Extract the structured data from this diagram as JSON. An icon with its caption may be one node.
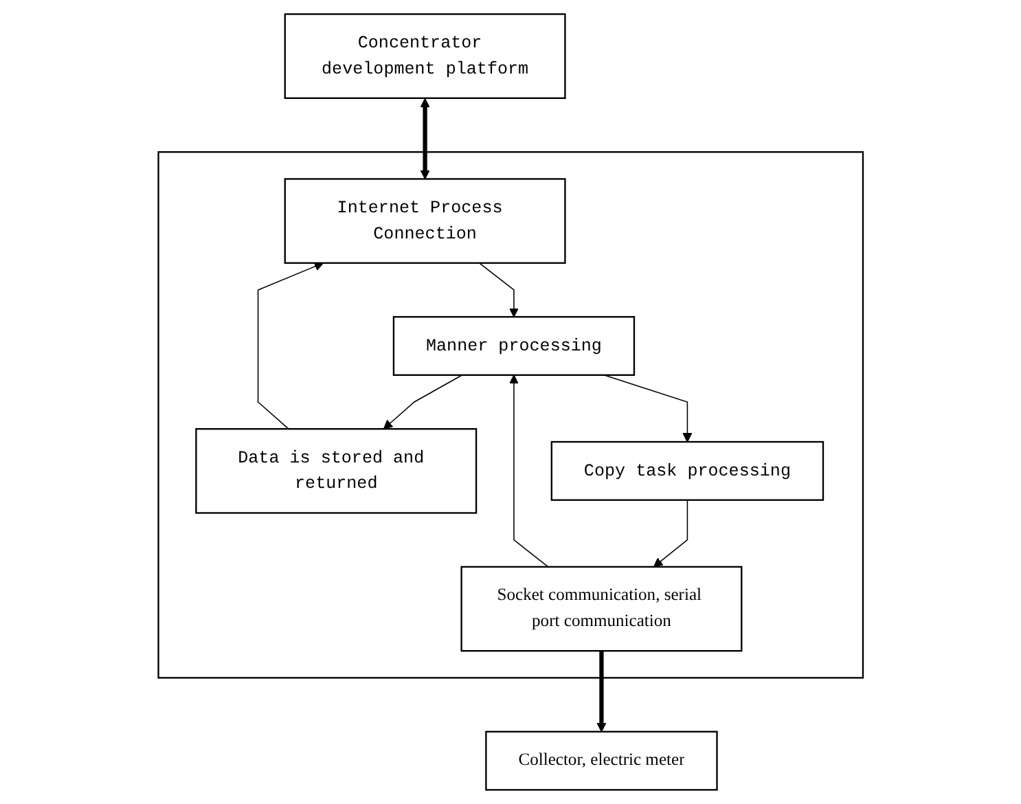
{
  "diagram": {
    "nodes": [
      {
        "text": [
          "Concentrator development platform"
        ]
      },
      {
        "text": [],
        "shape": "box"
      },
      {
        "text": [
          "Internet Process Connection"
        ],
        "in": 1
      },
      {
        "text": [
          "Data is stored and returned"
        ],
        "in": 1
      },
      {
        "text": [
          "Manner processing"
        ],
        "in": 1
      },
      {
        "text": [
          "Copy task processing"
        ],
        "in": 1
      },
      {
        "text": [
          "Socket communication, serial port communication"
        ],
        "in": 1
      },
      {
        "text": [
          "Collector, electric meter"
        ]
      }
    ],
    "edges": [
      {
        "from": 0,
        "to": 2,
        "arrow": "both",
        "style": "thick"
      },
      {
        "from": 2,
        "to": 4,
        "arrow": "to"
      },
      {
        "from": 4,
        "to": 3,
        "arrow": "to"
      },
      {
        "from": 4,
        "to": 5,
        "arrow": "to"
      },
      {
        "from": 3,
        "to": 2,
        "arrow": "to"
      },
      {
        "from": 5,
        "to": 6,
        "arrow": "to"
      },
      {
        "from": 6,
        "to": 4,
        "arrow": "to"
      },
      {
        "from": 6,
        "to": 7,
        "arrow": "to",
        "style": "thick"
      }
    ]
  }
}
